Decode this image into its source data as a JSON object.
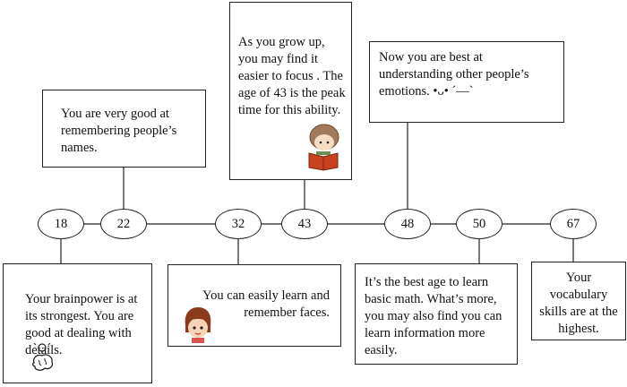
{
  "timeline": {
    "ages": [
      "18",
      "22",
      "32",
      "43",
      "48",
      "50",
      "67"
    ]
  },
  "boxes": {
    "age18": "Your brainpower is at its strongest. You are good at dealing with details.",
    "age22": "You are very good at remembering people’s names.",
    "age32": "You can easily learn and remember faces.",
    "age43": "As you grow up, you may find it easier to focus . The age of 43 is the peak time for this ability.",
    "age48": "Now you are best at understanding other people’s emotions. •ᴗ• ´—`",
    "age50": "It’s the best age to learn basic math. What’s more, you may also find you can learn information more easily.",
    "age67": "Your vocabulary skills are at the highest."
  },
  "icons": {
    "age18": "brain-lightbulb-icon",
    "age32": "girl-face-icon",
    "age43": "boy-reading-book-icon"
  }
}
